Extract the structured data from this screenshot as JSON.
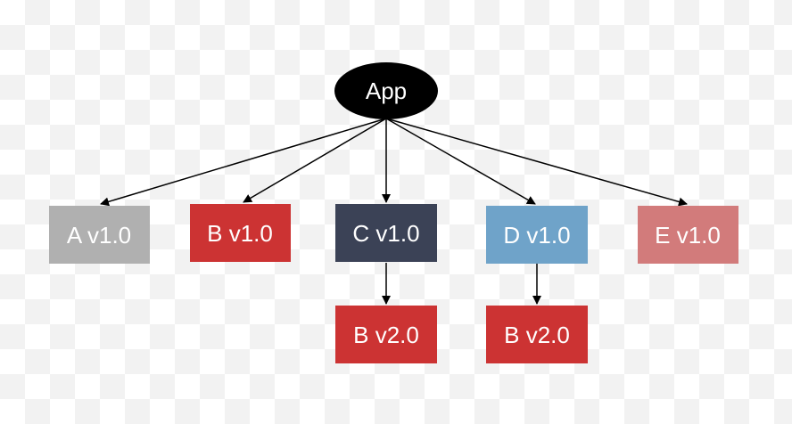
{
  "colors": {
    "root": "#000000",
    "gray": "#b0b0b0",
    "red": "#cc3333",
    "navy": "#3b4256",
    "blue": "#6fa3c9",
    "rose": "#d27b7b",
    "edge": "#000000",
    "text": "#ffffff"
  },
  "nodes": {
    "app": {
      "label": "App"
    },
    "a_v1": {
      "label": "A v1.0"
    },
    "b_v1": {
      "label": "B v1.0"
    },
    "c_v1": {
      "label": "C v1.0"
    },
    "d_v1": {
      "label": "D v1.0"
    },
    "e_v1": {
      "label": "E v1.0"
    },
    "b_v2_c": {
      "label": "B v2.0"
    },
    "b_v2_d": {
      "label": "B v2.0"
    }
  },
  "edges": [
    {
      "from": "app",
      "to": "a_v1"
    },
    {
      "from": "app",
      "to": "b_v1"
    },
    {
      "from": "app",
      "to": "c_v1"
    },
    {
      "from": "app",
      "to": "d_v1"
    },
    {
      "from": "app",
      "to": "e_v1"
    },
    {
      "from": "c_v1",
      "to": "b_v2_c"
    },
    {
      "from": "d_v1",
      "to": "b_v2_d"
    }
  ]
}
